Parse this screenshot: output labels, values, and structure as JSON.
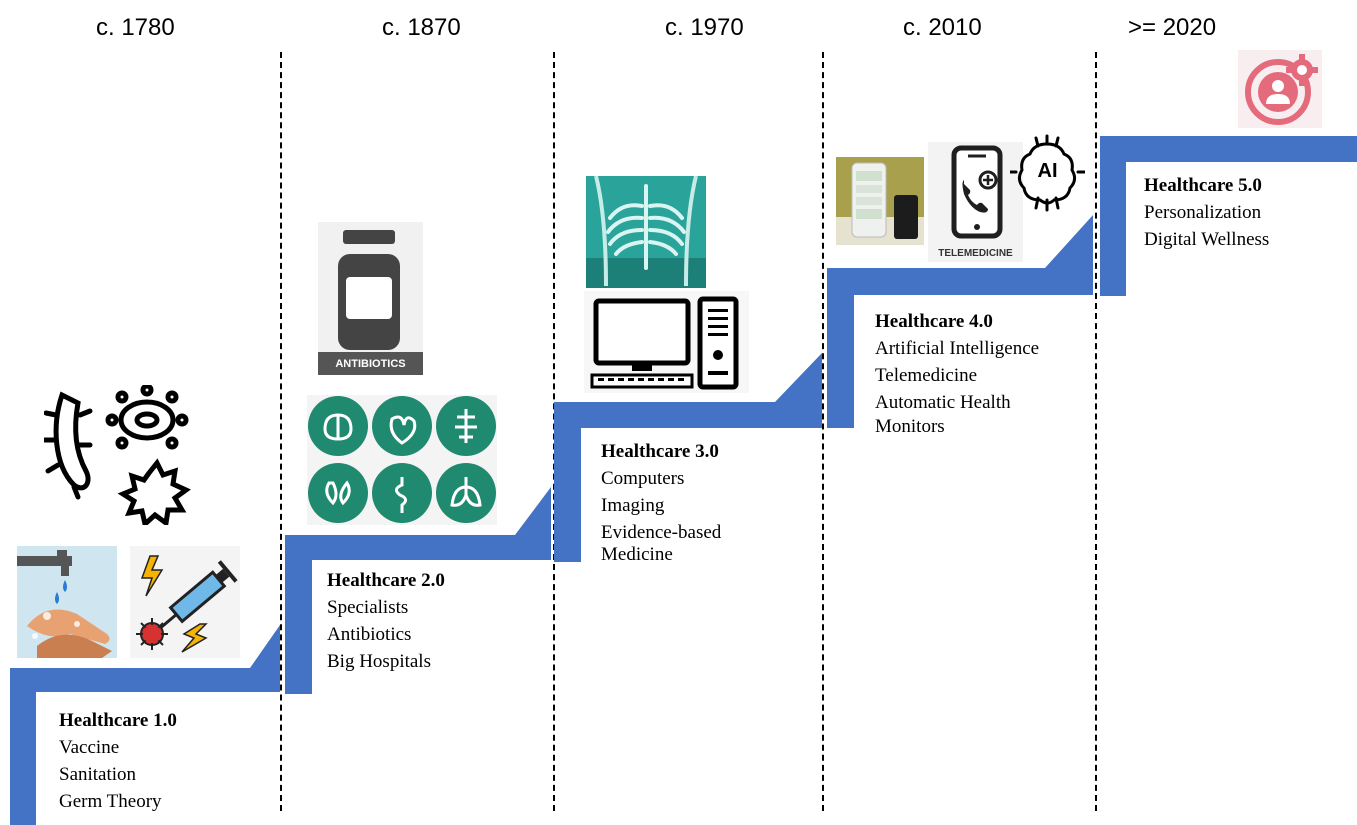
{
  "eras": [
    "c. 1780",
    "c. 1870",
    "c. 1970",
    "c. 2010",
    ">= 2020"
  ],
  "stages": [
    {
      "title": "Healthcare 1.0",
      "items": [
        "Vaccine",
        "Sanitation",
        "Germ Theory"
      ]
    },
    {
      "title": "Healthcare 2.0",
      "items": [
        "Specialists",
        "Antibiotics",
        "Big Hospitals"
      ]
    },
    {
      "title": "Healthcare 3.0",
      "items": [
        "Computers",
        "Imaging",
        "Evidence-based Medicine"
      ]
    },
    {
      "title": "Healthcare 4.0",
      "items": [
        "Artificial Intelligence",
        "Telemedicine",
        "Automatic Health Monitors"
      ]
    },
    {
      "title": "Healthcare 5.0",
      "items": [
        "Personalization",
        "Digital Wellness"
      ]
    }
  ],
  "icon_labels": {
    "antibiotics": "ANTIBIOTICS",
    "telemedicine": "TELEMEDICINE",
    "ai": "AI"
  },
  "colors": {
    "stair": "#4472c4",
    "teal": "#1f8a70",
    "pink": "#e36b7c"
  },
  "icons": [
    "germs-icon",
    "handwashing-icon",
    "vaccine-syringe-icon",
    "medicine-bottle-icon",
    "organs-icon",
    "xray-chest-icon",
    "desktop-computer-icon",
    "smartwatch-phone-icon",
    "telemedicine-phone-icon",
    "ai-chip-icon",
    "personalization-icon"
  ]
}
